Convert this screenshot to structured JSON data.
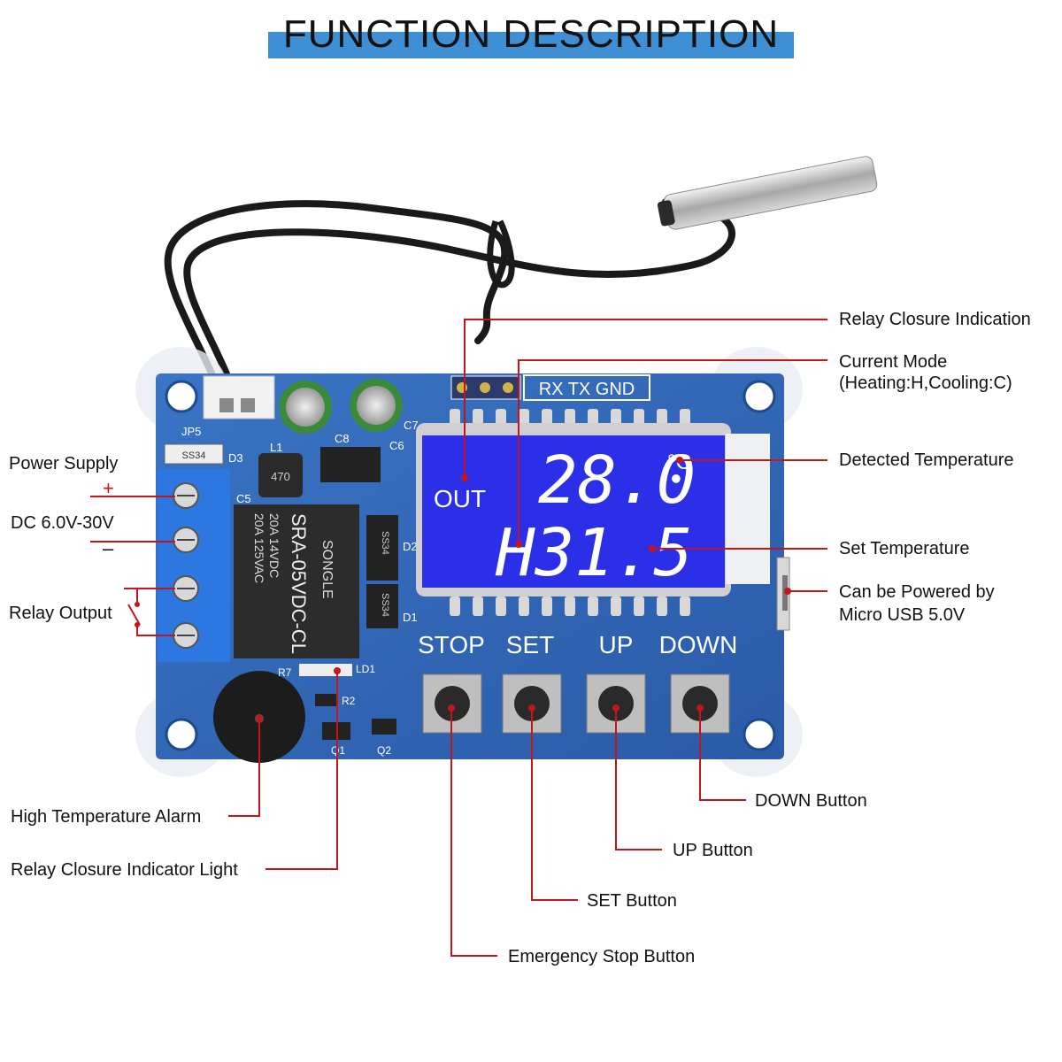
{
  "title": "FUNCTION DESCRIPTION",
  "board": {
    "header_pins": "RX TX GND",
    "jp5": "JP5",
    "d3": "D3",
    "c5": "C5",
    "l1": "L1",
    "c8": "C8",
    "c6": "C6",
    "c7": "C7",
    "d2": "D2",
    "d1": "D1",
    "r7": "R7",
    "ld1": "LD1",
    "r2": "R2",
    "q1": "Q1",
    "q2": "Q2",
    "ss34_top": "SS34",
    "ss34_mid": "SS34",
    "ss34_low": "SS34",
    "inductor": "470",
    "relay_line1": "20A 14VDC",
    "relay_line2": "20A 125VAC",
    "relay_model": "SRA-05VDC-CL",
    "relay_brand": "SONGLE",
    "lcd": {
      "out": "OUT",
      "temp": "28.0",
      "unit": "°C",
      "set": "H31.5"
    },
    "buttons": [
      "STOP",
      "SET",
      "UP",
      "DOWN"
    ]
  },
  "annotations": {
    "relay_closure_indication": "Relay Closure Indication",
    "current_mode_1": "Current Mode",
    "current_mode_2": "(Heating:H,Cooling:C)",
    "detected_temperature": "Detected Temperature",
    "set_temperature": "Set Temperature",
    "usb_1": "Can be Powered by",
    "usb_2": "Micro USB 5.0V",
    "power_supply": "Power Supply",
    "plus": "+",
    "dc_range": "DC 6.0V-30V",
    "minus": "–",
    "relay_output": "Relay Output",
    "high_temp_alarm": "High Temperature Alarm",
    "relay_indicator_light": "Relay Closure Indicator Light",
    "down_button": "DOWN Button",
    "up_button": "UP Button",
    "set_button": "SET Button",
    "stop_button": "Emergency Stop Button"
  },
  "colors": {
    "pcb": "#2f66b8",
    "lcd": "#2b2fe8",
    "leader": "#c0161c",
    "title_band": "#3f8fd4"
  }
}
